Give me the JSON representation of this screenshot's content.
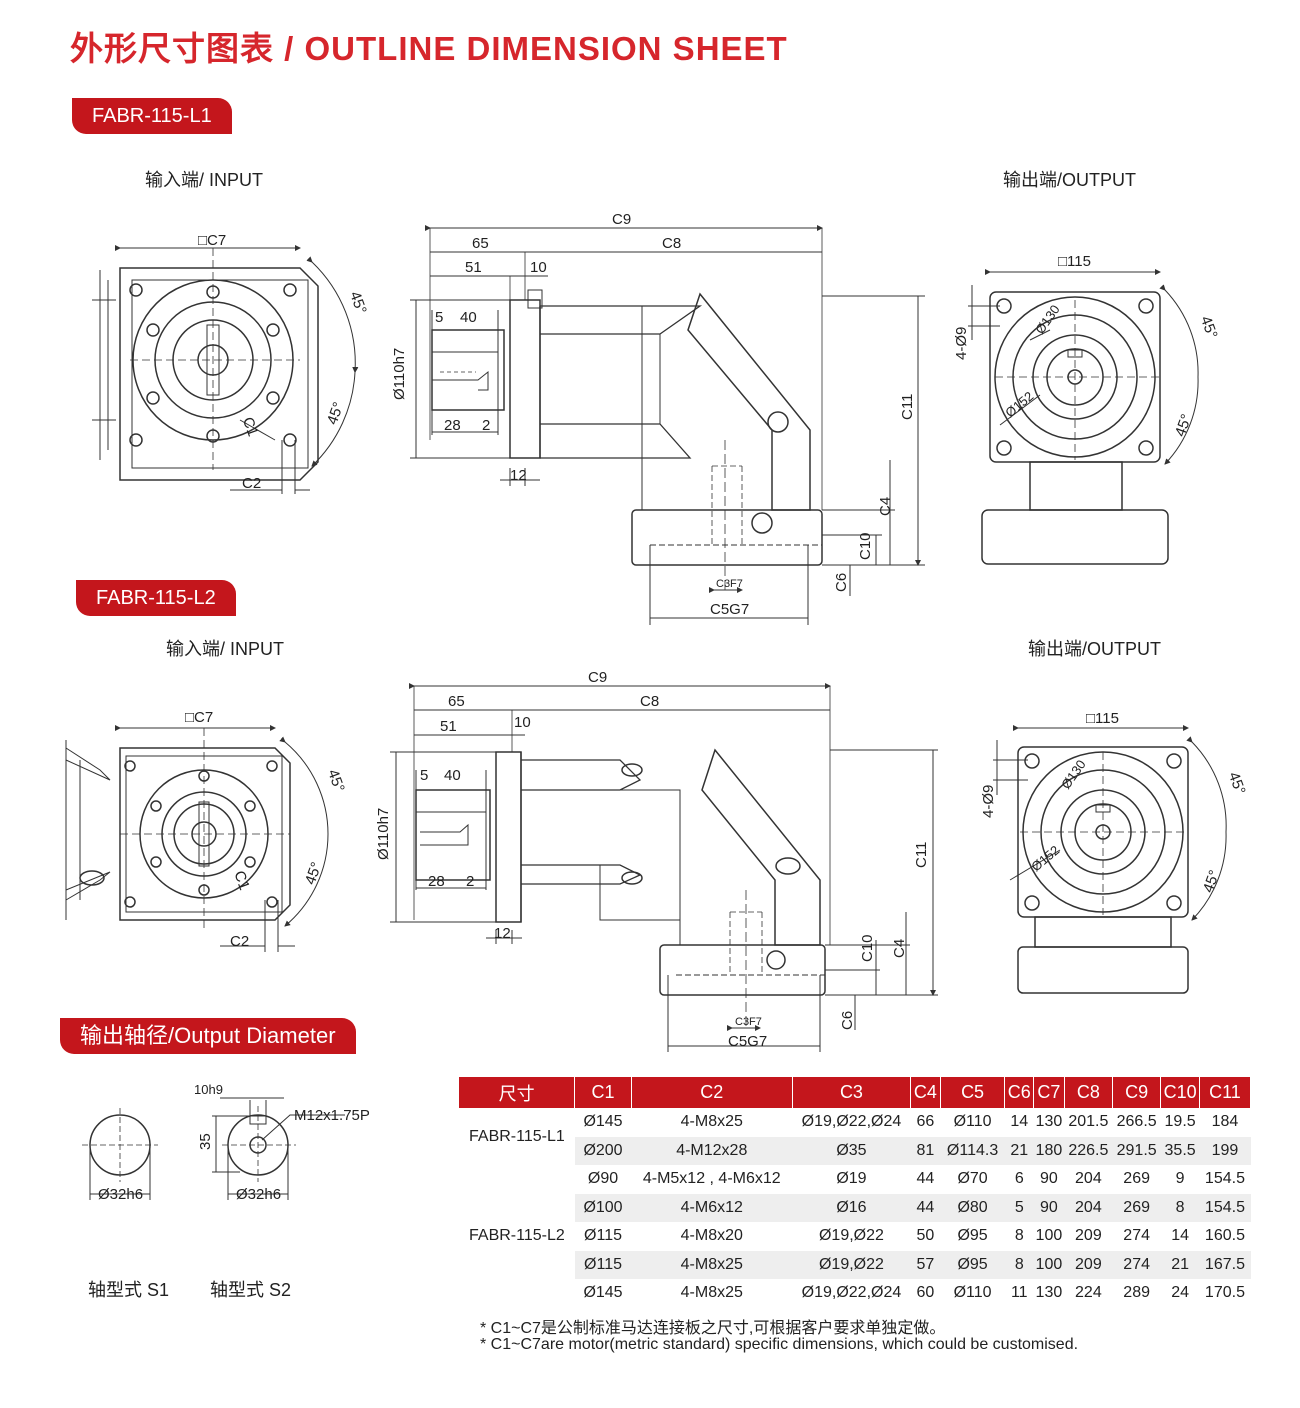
{
  "title": "外形尺寸图表 / OUTLINE DIMENSION SHEET",
  "sections": {
    "l1": {
      "tag": "FABR-115-L1",
      "input_label": "输入端/ INPUT",
      "output_label": "输出端/OUTPUT"
    },
    "l2": {
      "tag": "FABR-115-L2",
      "input_label": "输入端/ INPUT",
      "output_label": "输出端/OUTPUT"
    },
    "shaft": {
      "tag": "输出轴径/Output Diameter",
      "s1_label": "轴型式 S1",
      "s2_label": "轴型式 S2"
    }
  },
  "dims": {
    "c7": "□C7",
    "c1": "C1",
    "c2": "C2",
    "angle": "45°",
    "c9": "C9",
    "c8": "C8",
    "d65": "65",
    "d51": "51",
    "d10": "10",
    "d5": "5",
    "d40": "40",
    "d28": "28",
    "d2": "2",
    "d12": "12",
    "d110": "Ø110h7",
    "c11": "C11",
    "c4": "C4",
    "c10": "C10",
    "c6": "C6",
    "c3": "C3F7",
    "c5": "C5G7",
    "sq115": "□115",
    "holes": "4-Ø9",
    "d130": "Ø130",
    "d152": "Ø152",
    "key": "10h9",
    "d35": "35",
    "thread": "M12x1.75P",
    "d32": "Ø32h6"
  },
  "table": {
    "headers": [
      "尺寸",
      "C1",
      "C2",
      "C3",
      "C4",
      "C5",
      "C6",
      "C7",
      "C8",
      "C9",
      "C10",
      "C11"
    ],
    "groups": [
      {
        "model": "FABR-115-L1",
        "rows": [
          [
            "Ø145",
            "4-M8x25",
            "Ø19,Ø22,Ø24",
            "66",
            "Ø110",
            "14",
            "130",
            "201.5",
            "266.5",
            "19.5",
            "184"
          ],
          [
            "Ø200",
            "4-M12x28",
            "Ø35",
            "81",
            "Ø114.3",
            "21",
            "180",
            "226.5",
            "291.5",
            "35.5",
            "199"
          ]
        ]
      },
      {
        "model": "FABR-115-L2",
        "rows": [
          [
            "Ø90",
            "4-M5x12 , 4-M6x12",
            "Ø19",
            "44",
            "Ø70",
            "6",
            "90",
            "204",
            "269",
            "9",
            "154.5"
          ],
          [
            "Ø100",
            "4-M6x12",
            "Ø16",
            "44",
            "Ø80",
            "5",
            "90",
            "204",
            "269",
            "8",
            "154.5"
          ],
          [
            "Ø115",
            "4-M8x20",
            "Ø19,Ø22",
            "50",
            "Ø95",
            "8",
            "100",
            "209",
            "274",
            "14",
            "160.5"
          ],
          [
            "Ø115",
            "4-M8x25",
            "Ø19,Ø22",
            "57",
            "Ø95",
            "8",
            "100",
            "209",
            "274",
            "21",
            "167.5"
          ],
          [
            "Ø145",
            "4-M8x25",
            "Ø19,Ø22,Ø24",
            "60",
            "Ø110",
            "11",
            "130",
            "224",
            "289",
            "24",
            "170.5"
          ]
        ]
      }
    ]
  },
  "notes": [
    "* C1~C7是公制标准马达连接板之尺寸,可根据客户要求单独定做。",
    "* C1~C7are motor(metric standard)  specific dimensions, which could be customised."
  ],
  "colors": {
    "accent": "#c4161c",
    "line": "#333333"
  }
}
